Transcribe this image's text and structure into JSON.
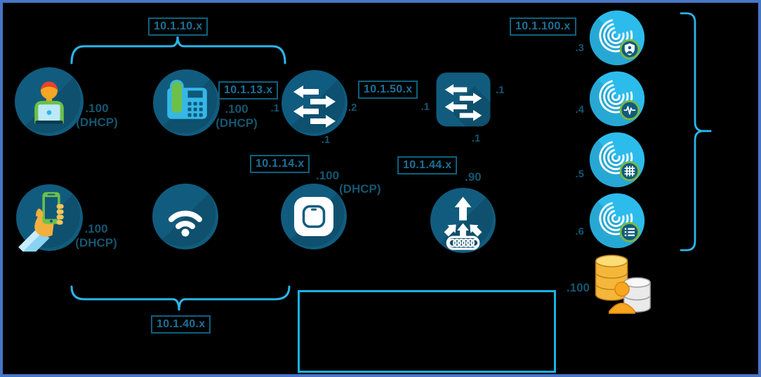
{
  "colors": {
    "background": "#000000",
    "canvas_border": "#4876C6",
    "bracket_cyan": "#2BB6EA",
    "subnet_label_text": "#1B7096",
    "subnet_label_border": "#0C617F",
    "port_label_text": "#14566F",
    "node_teal": "#115C7E",
    "node_light_blue": "#2CBCEC",
    "accent_green": "#6CC04A",
    "badge_ring_green": "#7CB742"
  },
  "subnets": {
    "wired_users": "10.1.10.x",
    "voice": "10.1.13.x",
    "uplink": "10.1.50.x",
    "servers": "10.1.100.x",
    "access_points": "10.1.14.x",
    "controller": "10.1.44.x",
    "wireless_users": "10.1.40.x"
  },
  "nodes": {
    "pc": {
      "ip": ".100",
      "dhcp": "(DHCP)"
    },
    "ip_phone": {
      "ip": ".100",
      "dhcp": "(DHCP)",
      "port": ".1"
    },
    "access_switch": {
      "port_right": ".2",
      "port_bottom": ".1"
    },
    "core_switch": {
      "port_left": ".1",
      "port_right": ".1",
      "port_bottom": ".1"
    },
    "smartphone": {
      "ip": ".100",
      "dhcp": "(DHCP)"
    },
    "access_point": {
      "ip": ".100",
      "dhcp": "(DHCP)"
    },
    "wlc": {
      "ip": ".90"
    },
    "ise_node_1": {
      "ip": ".3"
    },
    "ise_node_2": {
      "ip": ".4"
    },
    "ise_node_3": {
      "ip": ".5"
    },
    "ise_node_4": {
      "ip": ".6"
    },
    "identity_store": {
      "ip": ".100"
    }
  }
}
